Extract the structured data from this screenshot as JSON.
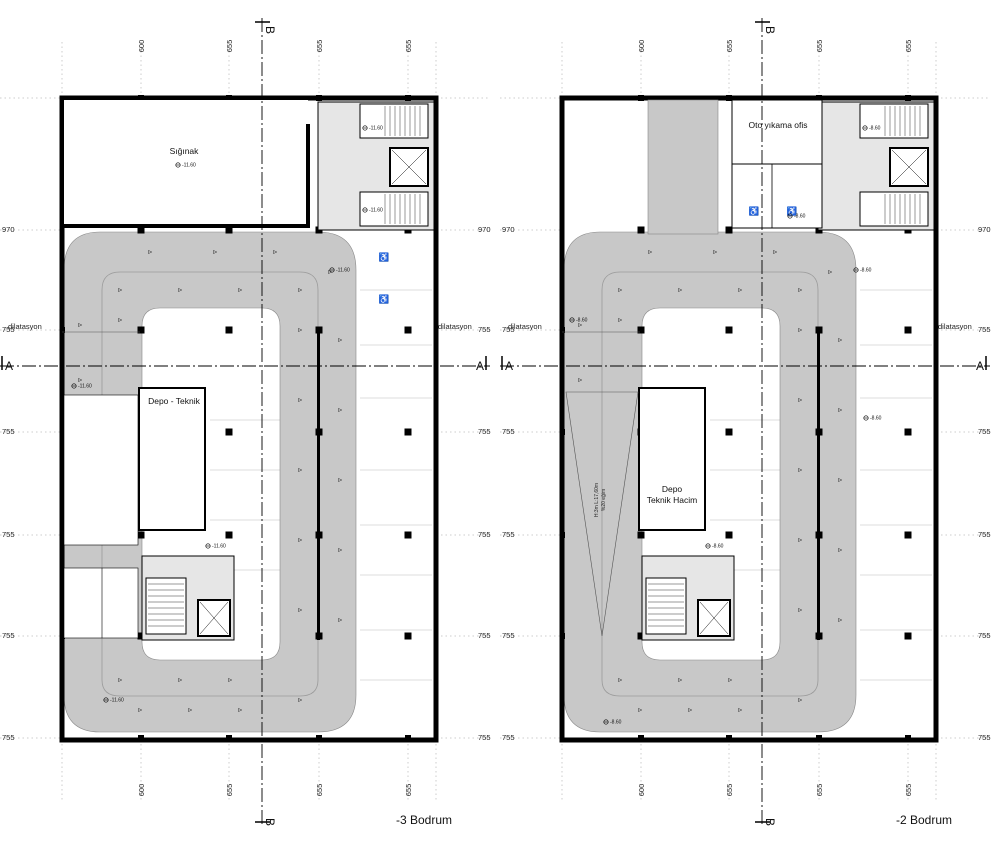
{
  "plans": [
    {
      "title": "-3 Bodrum",
      "top_dims": [
        "600",
        "655",
        "655",
        "655"
      ],
      "bottom_dims": [
        "600",
        "655",
        "655",
        "655"
      ],
      "left_dims": [
        "970",
        "755",
        "755",
        "755",
        "755",
        "755"
      ],
      "right_dims": [
        "970",
        "755",
        "755",
        "755",
        "755",
        "755"
      ],
      "dilatation": "dilatasyon",
      "section_a": "A",
      "section_b": "B",
      "rooms": [
        {
          "id": "siginak",
          "label": "Sığınak"
        },
        {
          "id": "depo",
          "label": "Depo - Teknik"
        }
      ],
      "levels": [
        "-11.60",
        "-11.60",
        "-11.60",
        "-11.60",
        "-11.60",
        "-11.60",
        "-11.60"
      ]
    },
    {
      "title": "-2 Bodrum",
      "top_dims": [
        "600",
        "655",
        "655",
        "655"
      ],
      "bottom_dims": [
        "600",
        "655",
        "655",
        "655"
      ],
      "left_dims": [
        "970",
        "755",
        "755",
        "755",
        "755",
        "755"
      ],
      "right_dims": [
        "970",
        "755",
        "755",
        "755",
        "755",
        "755"
      ],
      "dilatation": "dilatasyon",
      "section_a": "A",
      "section_b": "B",
      "rooms": [
        {
          "id": "oto",
          "label": "Oto yıkama ofis"
        },
        {
          "id": "depo1",
          "label": "Depo"
        },
        {
          "id": "depo2",
          "label": "Teknik Hacim"
        }
      ],
      "ramp_text": [
        "H:3m L:17,60m",
        "%20 eğim"
      ],
      "levels": [
        "-8.60",
        "-8.60",
        "-8.60",
        "-8.60",
        "-8.60",
        "-8.60",
        "-8.60",
        "-8.60"
      ]
    }
  ]
}
